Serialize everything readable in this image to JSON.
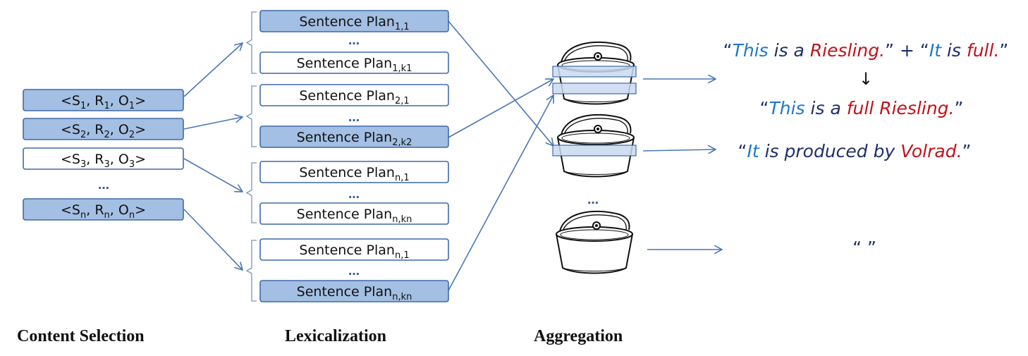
{
  "colors": {
    "filled_box": "#a3bfe3",
    "box_stroke": "#3f6aa6",
    "arrow": "#4a77b4",
    "highlight": "#c9d9f1",
    "blue_text": "#1f78c8",
    "red_text": "#c0121a",
    "navy_text": "#1f2f6b"
  },
  "triples": [
    {
      "s": "S",
      "r": "R",
      "o": "O",
      "sub": "1",
      "selected": true
    },
    {
      "s": "S",
      "r": "R",
      "o": "O",
      "sub": "2",
      "selected": true
    },
    {
      "s": "S",
      "r": "R",
      "o": "O",
      "sub": "3",
      "selected": false
    },
    {
      "s": "S",
      "r": "R",
      "o": "O",
      "sub": "n",
      "selected": true
    }
  ],
  "triple_ellipsis": "…",
  "plan_label": "Sentence Plan",
  "plans": [
    {
      "sub": "1,1",
      "selected": true
    },
    {
      "sub": "1,k1",
      "selected": false
    },
    {
      "sub": "2,1",
      "selected": false
    },
    {
      "sub": "2,k2",
      "selected": true
    },
    {
      "sub": "n,1",
      "selected": false
    },
    {
      "sub": "n,kn",
      "selected": false
    },
    {
      "sub": "n,1",
      "selected": false
    },
    {
      "sub": "n,kn",
      "selected": true
    }
  ],
  "plan_ellipsis": "…",
  "bucket_ellipsis": "…",
  "outputs": {
    "line1": [
      {
        "t": "“",
        "c": "navy"
      },
      {
        "t": "This",
        "c": "blue"
      },
      {
        "t": " is a ",
        "c": "dark"
      },
      {
        "t": "Riesling",
        "c": "red"
      },
      {
        "t": ".",
        "c": "red"
      },
      {
        "t": "” + “",
        "c": "navy"
      },
      {
        "t": "It",
        "c": "blue"
      },
      {
        "t": " is ",
        "c": "dark"
      },
      {
        "t": "full",
        "c": "red"
      },
      {
        "t": ".",
        "c": "red"
      },
      {
        "t": "”",
        "c": "navy"
      }
    ],
    "down_arrow": "↓",
    "line2": [
      {
        "t": "“",
        "c": "navy"
      },
      {
        "t": "This",
        "c": "blue"
      },
      {
        "t": " is a ",
        "c": "dark"
      },
      {
        "t": "full Riesling",
        "c": "red"
      },
      {
        "t": ".",
        "c": "red"
      },
      {
        "t": "”",
        "c": "navy"
      }
    ],
    "line3": [
      {
        "t": "“",
        "c": "navy"
      },
      {
        "t": "It",
        "c": "blue"
      },
      {
        "t": " is produced by ",
        "c": "dark"
      },
      {
        "t": "Volrad",
        "c": "red"
      },
      {
        "t": ".",
        "c": "red"
      },
      {
        "t": "”",
        "c": "navy"
      }
    ],
    "empty_quote": "“    ”"
  },
  "stage_labels": {
    "content_selection": "Content Selection",
    "lexicalization": "Lexicalization",
    "aggregation": "Aggregation"
  }
}
